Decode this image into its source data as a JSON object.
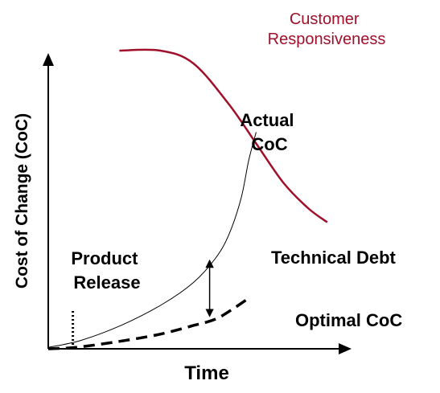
{
  "chart_data": {
    "type": "line",
    "title": "",
    "xlabel": "Time",
    "ylabel": "Cost of Change (CoC)",
    "xlim": [
      0,
      10
    ],
    "ylim": [
      0,
      10
    ],
    "grid": false,
    "legend": "none",
    "axis_ticks": false,
    "series": [
      {
        "name": "Customer Responsiveness",
        "label_lines": [
          "Customer",
          "Responsiveness"
        ],
        "color": "#a0102a",
        "style": "solid",
        "points": [
          [
            2.6,
            10.6
          ],
          [
            4.1,
            10.6
          ],
          [
            5.3,
            10.15
          ],
          [
            6.6,
            8.7
          ],
          [
            7.6,
            7.3
          ],
          [
            8.6,
            5.9
          ],
          [
            9.5,
            5.0
          ],
          [
            10.2,
            4.5
          ]
        ]
      },
      {
        "name": "Actual CoC",
        "label_lines": [
          "Actual",
          "CoC"
        ],
        "color": "#000000",
        "style": "solid",
        "points": [
          [
            0.0,
            0.05
          ],
          [
            1.2,
            0.3
          ],
          [
            2.7,
            0.85
          ],
          [
            4.2,
            1.6
          ],
          [
            5.3,
            2.35
          ],
          [
            6.1,
            3.2
          ],
          [
            6.6,
            4.05
          ],
          [
            7.05,
            5.35
          ],
          [
            7.33,
            6.7
          ],
          [
            7.6,
            7.7
          ]
        ]
      },
      {
        "name": "Optimal CoC",
        "label_lines": [
          "Optimal CoC"
        ],
        "color": "#000000",
        "style": "dashed",
        "points": [
          [
            0.0,
            0.0
          ],
          [
            1.0,
            0.05
          ],
          [
            2.5,
            0.25
          ],
          [
            4.0,
            0.5
          ],
          [
            5.2,
            0.8
          ],
          [
            6.1,
            1.05
          ],
          [
            6.8,
            1.45
          ],
          [
            7.4,
            1.85
          ]
        ]
      }
    ],
    "annotations": [
      {
        "name": "Product Release",
        "label_lines": [
          "Product",
          "Release"
        ],
        "kind": "vertical-dotted-marker",
        "x": 0.9,
        "y_range": [
          0.0,
          1.4
        ]
      },
      {
        "name": "Technical Debt",
        "label_lines": [
          "Technical Debt"
        ],
        "kind": "double-arrow",
        "x": 5.9,
        "y_range": [
          1.1,
          3.2
        ]
      }
    ]
  }
}
